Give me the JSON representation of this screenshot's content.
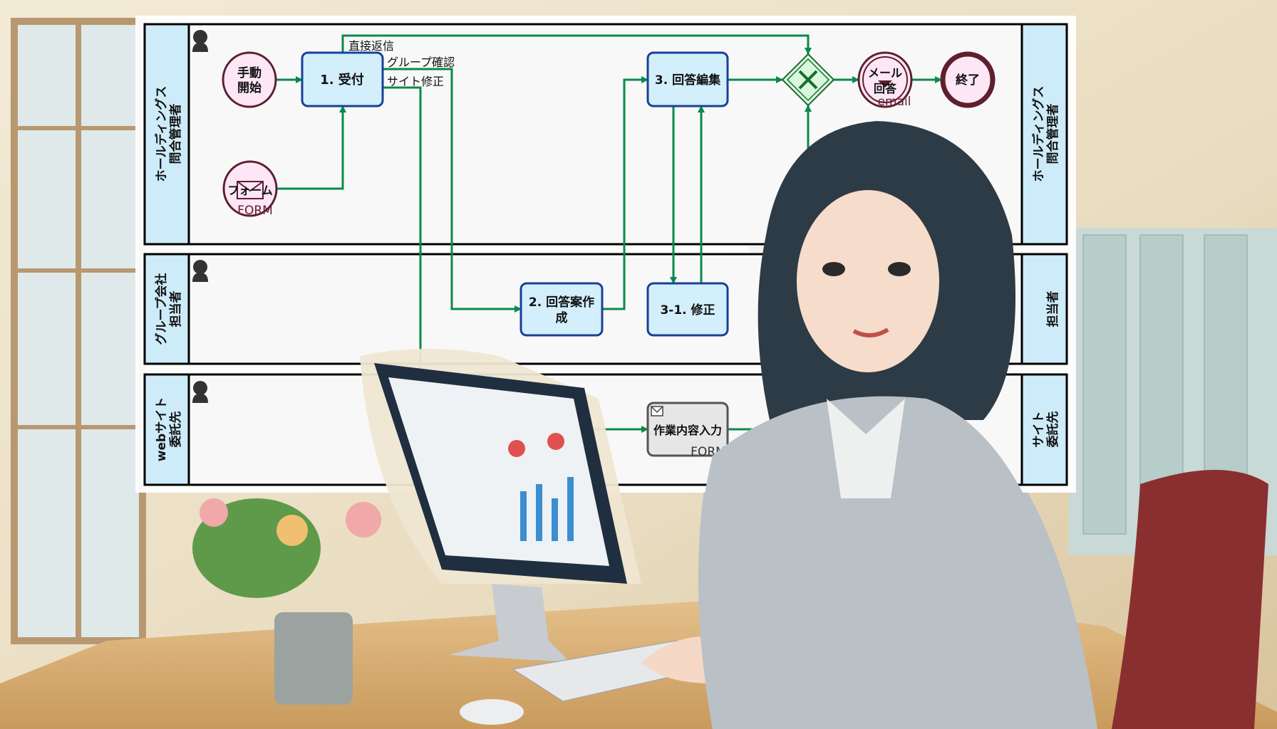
{
  "diagram": {
    "lanes": [
      {
        "label_line1": "ホールディングス",
        "label_line2": "問合管理者"
      },
      {
        "label_line1": "グループ会社",
        "label_line2": "担当者"
      },
      {
        "label_line1": "webサイト",
        "label_line2": "委託先"
      }
    ],
    "right_lanes": [
      {
        "label_line1": "ホールディングス",
        "label_line2": "問合管理者"
      },
      {
        "label_line1": "",
        "label_line2": "担当者"
      },
      {
        "label_line1": "サイト",
        "label_line2": "委託先"
      }
    ],
    "events": {
      "manual_start": {
        "line1": "手動",
        "line2": "開始"
      },
      "form_start": {
        "label": "フォーム",
        "sub": "FORM"
      },
      "mail_reply": {
        "line1": "メール",
        "line2": "回答",
        "sub": "email"
      },
      "end": {
        "label": "終了"
      }
    },
    "tasks": {
      "reception": "1. 受付",
      "draft_line1": "2. 回答案作",
      "draft_line2": "成",
      "edit": "3. 回答編集",
      "fix": "3-1. 修正",
      "work_input": "作業内容入力",
      "work_input_sub": "FORM"
    },
    "edge_labels": {
      "direct": "直接返信",
      "group": "グループ確認",
      "site": "サイト修正"
    },
    "gateway_type": "exclusive",
    "colors": {
      "flow": "#0a8a4a",
      "task_fill": "#d2effb",
      "task_stroke": "#1a3f9a",
      "event_stroke": "#5e1f2e",
      "event_fill": "#fde6f6",
      "lane_label_fill": "#cdebf8",
      "gateway_fill": "#d8f8dc"
    }
  }
}
